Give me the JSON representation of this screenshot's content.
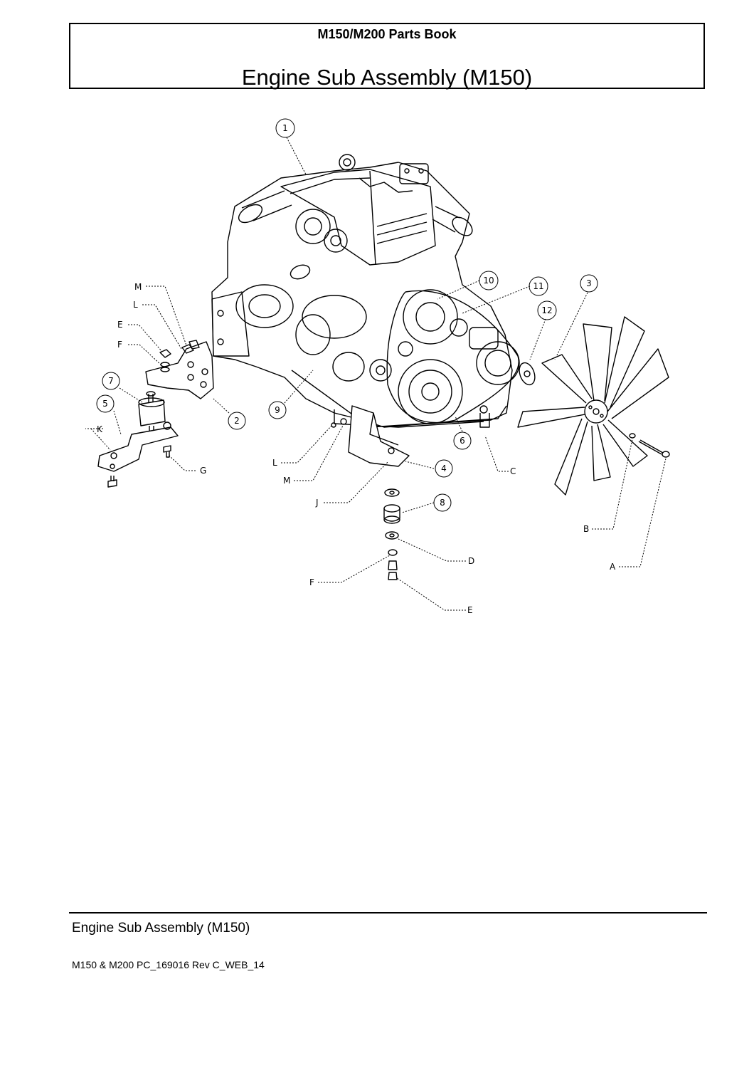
{
  "header": {
    "book_title": "M150/M200 Parts Book",
    "page_title": "Engine Sub Assembly (M150)"
  },
  "callouts": {
    "numbers": [
      "1",
      "2",
      "3",
      "4",
      "5",
      "6",
      "7",
      "8",
      "9",
      "10",
      "11",
      "12"
    ],
    "letters": [
      "A",
      "B",
      "C",
      "D",
      "E",
      "F",
      "G",
      "J",
      "K",
      "L",
      "M"
    ]
  },
  "footer": {
    "section_title": "Engine Sub Assembly (M150)",
    "doc_ref": "M150 & M200 PC_169016 Rev C_WEB_14"
  }
}
